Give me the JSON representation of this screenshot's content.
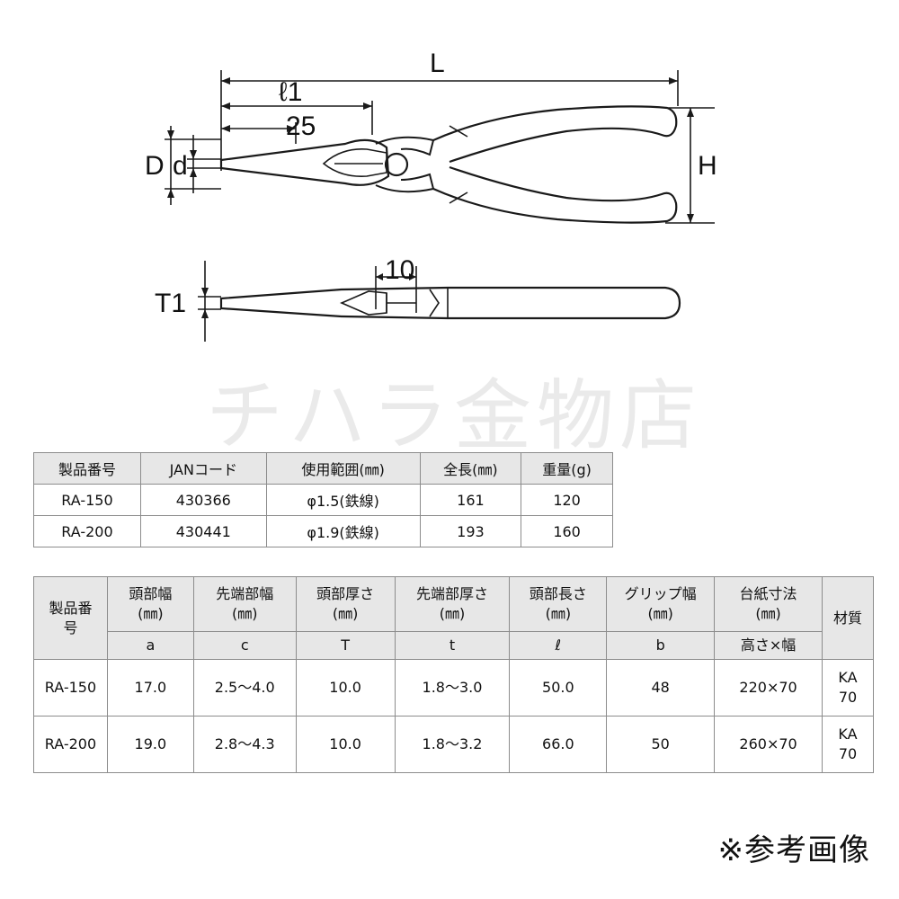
{
  "drawing": {
    "labels": {
      "L": "L",
      "l1": "ℓ1",
      "d25": "25",
      "D": "D",
      "d": "d",
      "H": "H",
      "T1": "T1",
      "d10": "10"
    }
  },
  "watermark": "チハラ金物店",
  "table1": {
    "headers": [
      "製品番号",
      "JANコード",
      "使用範囲(㎜)",
      "全長(㎜)",
      "重量(g)"
    ],
    "rows": [
      [
        "RA-150",
        "430366",
        "φ1.5(鉄線)",
        "161",
        "120"
      ],
      [
        "RA-200",
        "430441",
        "φ1.9(鉄線)",
        "193",
        "160"
      ]
    ]
  },
  "table2": {
    "product_header": "製品番\n号",
    "headers": [
      {
        "name": "頭部幅",
        "unit": "(㎜)",
        "symbol": "a"
      },
      {
        "name": "先端部幅",
        "unit": "(㎜)",
        "symbol": "c"
      },
      {
        "name": "頭部厚さ",
        "unit": "(㎜)",
        "symbol": "T"
      },
      {
        "name": "先端部厚さ",
        "unit": "(㎜)",
        "symbol": "t"
      },
      {
        "name": "頭部長さ",
        "unit": "(㎜)",
        "symbol": "ℓ"
      },
      {
        "name": "グリップ幅",
        "unit": "(㎜)",
        "symbol": "b"
      },
      {
        "name": "台紙寸法",
        "unit": "(㎜)",
        "symbol": "高さ×幅"
      }
    ],
    "material_header": "材質",
    "rows": [
      {
        "product": "RA-150",
        "values": [
          "17.0",
          "2.5〜4.0",
          "10.0",
          "1.8〜3.0",
          "50.0",
          "48",
          "220×70"
        ],
        "material": "KA\n70"
      },
      {
        "product": "RA-200",
        "values": [
          "19.0",
          "2.8〜4.3",
          "10.0",
          "1.8〜3.2",
          "66.0",
          "50",
          "260×70"
        ],
        "material": "KA\n70"
      }
    ]
  },
  "note": "※参考画像"
}
